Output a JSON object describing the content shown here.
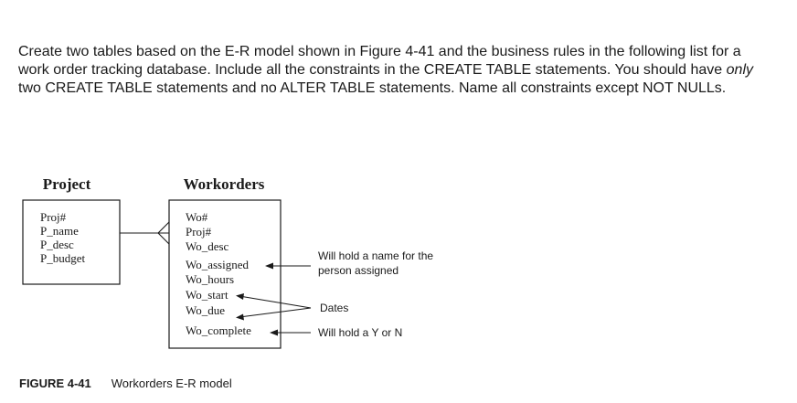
{
  "prompt": {
    "before": "Create two tables based on the E-R model shown in Figure 4-41 and the business rules in the following list for a work order tracking database. Include all the constraints in the CREATE TABLE statements. You should have ",
    "emphasis": "only",
    "after": " two CREATE TABLE statements and no ALTER TABLE statements. Name all constraints except NOT NULLs."
  },
  "entities": {
    "project": {
      "title": "Project",
      "attributes": [
        "Proj#",
        "P_name",
        "P_desc",
        "P_budget"
      ]
    },
    "workorders": {
      "title": "Workorders",
      "attributes": [
        "Wo#",
        "Proj#",
        "Wo_desc",
        "Wo_assigned",
        "Wo_hours",
        "Wo_start",
        "Wo_due",
        "Wo_complete"
      ]
    }
  },
  "notes": {
    "assigned_line1": "Will hold a name for the",
    "assigned_line2": "person assigned",
    "dates": "Dates",
    "complete": "Will hold a Y or N"
  },
  "caption": {
    "number": "FIGURE 4-41",
    "text": "Workorders E-R model"
  }
}
